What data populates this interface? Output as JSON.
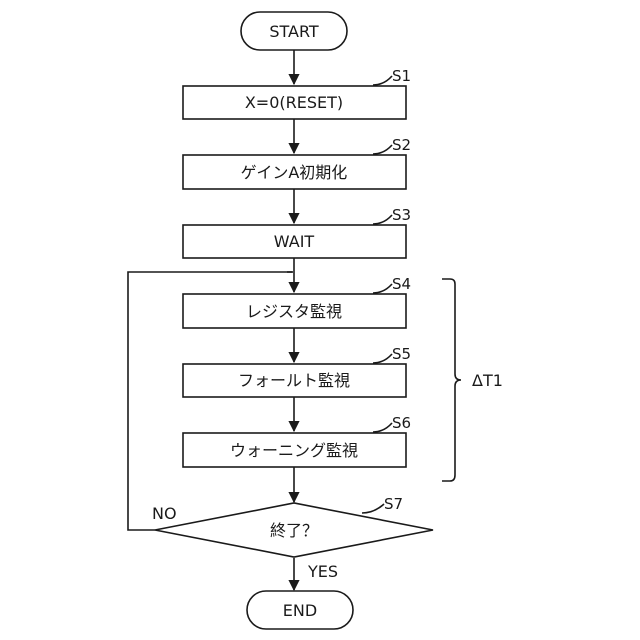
{
  "start": "START",
  "end": "END",
  "steps": [
    {
      "id": "S1",
      "label": "X=0(RESET)"
    },
    {
      "id": "S2",
      "label": "ゲインA初期化"
    },
    {
      "id": "S3",
      "label": "WAIT"
    },
    {
      "id": "S4",
      "label": "レジスタ監視"
    },
    {
      "id": "S5",
      "label": "フォールト監視"
    },
    {
      "id": "S6",
      "label": "ウォーニング監視"
    }
  ],
  "decision": {
    "id": "S7",
    "label": "終了？",
    "no": "NO",
    "yes": "YES"
  },
  "bracket_label": "ΔT1"
}
